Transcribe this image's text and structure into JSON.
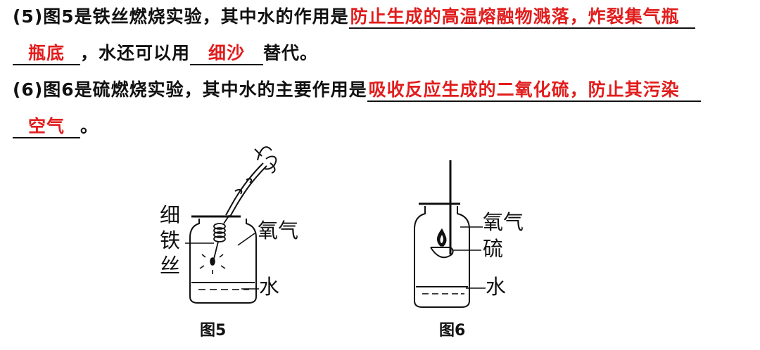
{
  "q5": {
    "line1_text": "(5)图5是铁丝燃烧实验，其中水的作用是",
    "answer_1a": "防止生成的高温熔融物溅落，炸裂集气瓶",
    "answer_1b": "瓶底",
    "line2_mid": "，水还可以用",
    "answer_2": "细沙",
    "line2_end": "替代。"
  },
  "q6": {
    "line1_text": "(6)图6是硫燃烧实验，其中水的主要作用是",
    "answer_1a": "吸收反应生成的二氧化硫，防止其污染",
    "answer_1b": "空气",
    "line2_end": "。"
  },
  "figure5": {
    "labels": [
      "细",
      "铁",
      "丝"
    ],
    "oxygen": "氧气",
    "water": "水",
    "caption": "图5"
  },
  "figure6": {
    "oxygen": "氧气",
    "sulfur": "硫",
    "water": "水",
    "caption": "图6"
  },
  "colors": {
    "answer": "#e11d1d",
    "text": "#111111"
  }
}
